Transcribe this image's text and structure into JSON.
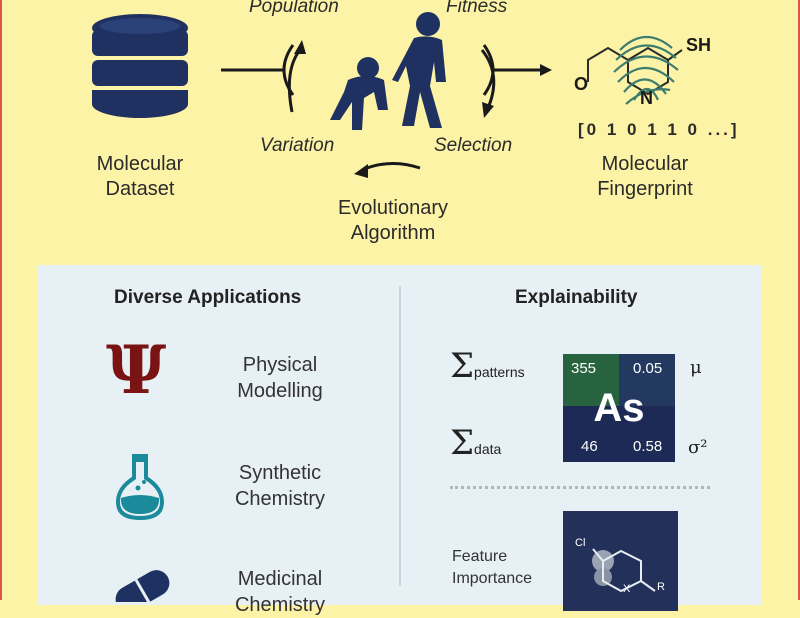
{
  "top": {
    "dataset_label": "Molecular\nDataset",
    "cycle": {
      "population": "Population",
      "fitness": "Fitness",
      "variation": "Variation",
      "selection": "Selection"
    },
    "algorithm_label": "Evolutionary\nAlgorithm",
    "fingerprint": {
      "label": "Molecular\nFingerprint",
      "bits": "[0 1 0 1 1 0 ...]",
      "atoms": {
        "o": "O",
        "sh": "SH",
        "n": "N"
      }
    }
  },
  "applications": {
    "heading": "Diverse Applications",
    "items": [
      {
        "label": "Physical\nModelling",
        "icon": "psi-icon",
        "glyph": "Ψ",
        "color": "#7a1414"
      },
      {
        "label": "Synthetic\nChemistry",
        "icon": "flask-icon",
        "color": "#1b8a9a"
      },
      {
        "label": "Medicinal\nChemistry",
        "icon": "pill-icon",
        "color": "#1e3160"
      }
    ]
  },
  "explainability": {
    "heading": "Explainability",
    "sigma_patterns": {
      "symbol": "Σ",
      "sub": "patterns"
    },
    "sigma_data": {
      "symbol": "Σ",
      "sub": "data"
    },
    "mu": "μ",
    "sigma2": "σ²",
    "tile": {
      "tl": "355",
      "tr": "0.05",
      "bl": "46",
      "br": "0.58",
      "symbol": "As"
    },
    "feature_label": "Feature\nImportance",
    "feature_atoms": {
      "cl": "Cl",
      "x": "X",
      "r": "R"
    }
  },
  "colors": {
    "navy": "#1e3160",
    "panel": "#e7f0f5",
    "background": "#fdf3a6",
    "teal": "#1b8a9a",
    "crimson": "#7a1414"
  }
}
